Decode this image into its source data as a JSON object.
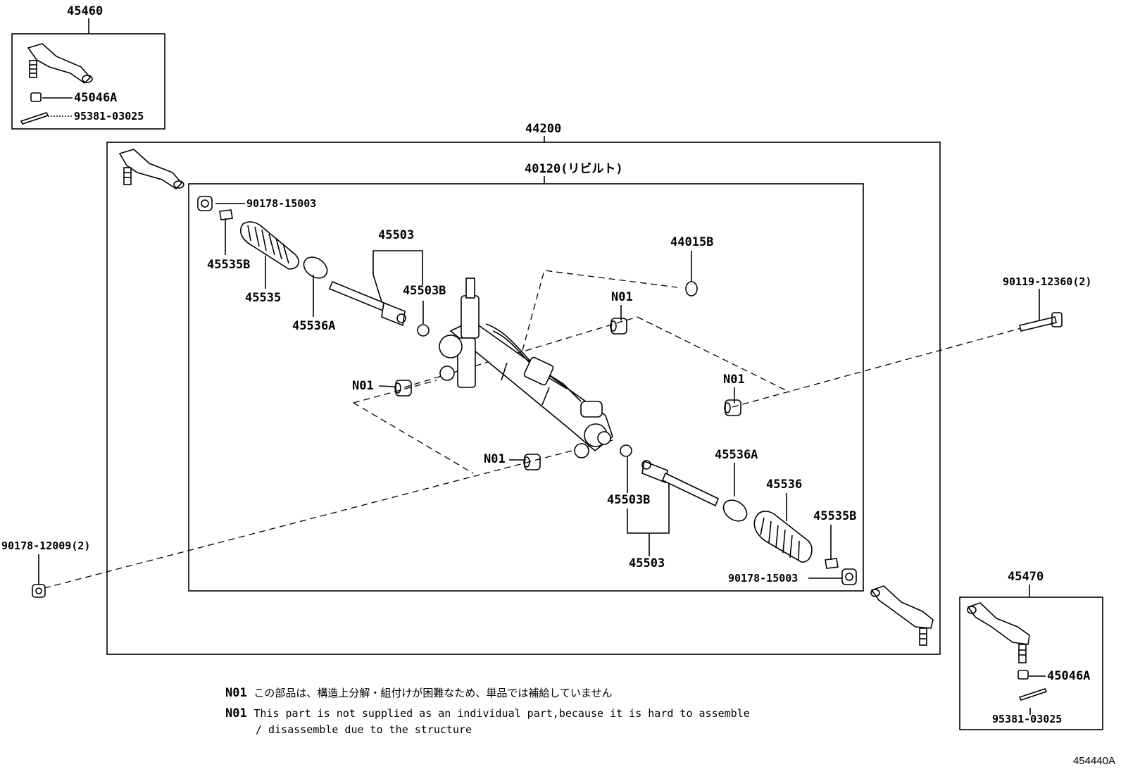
{
  "labels": {
    "assy_left_end": "45460",
    "nut_left": "45046A",
    "pin_left": "95381-03025",
    "gear_assy": "44200",
    "rebuilt_assy": "40120(リビルト)",
    "nut_upper": "90178-15003",
    "clip_upper": "45535B",
    "boot_left": "45535",
    "clamp_left": "45536A",
    "rod_upper": "45503",
    "washer_upper": "45503B",
    "oring": "44015B",
    "n01_a": "N01",
    "n01_b": "N01",
    "n01_c": "N01",
    "n01_d": "N01",
    "bolt_right": "90119-12360(2)",
    "nut_left_mount": "90178-12009(2)",
    "clamp_right": "45536A",
    "boot_right": "45536",
    "washer_lower": "45503B",
    "clip_lower": "45535B",
    "rod_lower": "45503",
    "nut_lower": "90178-15003",
    "assy_right_end": "45470",
    "nut_right": "45046A",
    "pin_right": "95381-03025"
  },
  "notes": {
    "n01_tag": "N01",
    "jp_text": "この部品は、構造上分解・組付けが困難なため、単品では補給していません",
    "en_tag": "N01",
    "en_line1": "This part is not supplied as an individual part,because it is hard to assemble",
    "en_line2": "/ disassemble due to the structure"
  },
  "figure_code": "454440A"
}
